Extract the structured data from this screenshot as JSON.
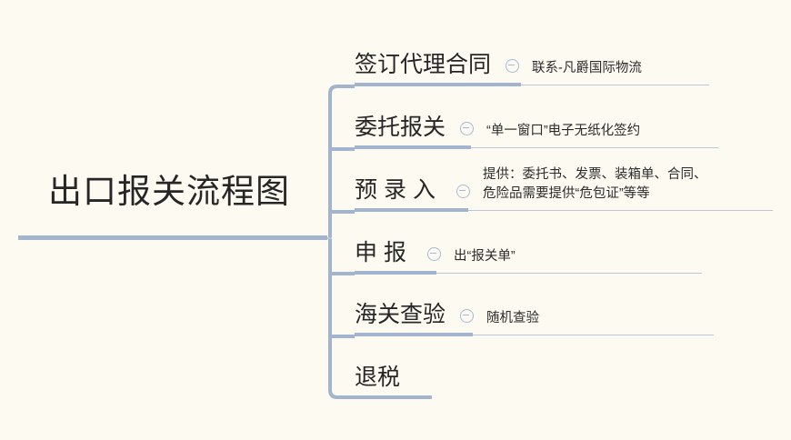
{
  "diagram": {
    "type": "mindmap",
    "background_color": "#fdfaf2",
    "line_color": "#a3b5ce",
    "text_color": "#262626",
    "root": {
      "label": "出口报关流程图"
    },
    "branches": [
      {
        "label": "签订代理合同",
        "spaced": false,
        "has_collapse_icon": true,
        "collapse_icon": "collapse-minus-icon",
        "children": [
          "联系-凡爵国际物流"
        ]
      },
      {
        "label": "委托报关",
        "spaced": false,
        "has_collapse_icon": true,
        "collapse_icon": "collapse-minus-icon",
        "children": [
          "“单一窗口”电子无纸化签约"
        ]
      },
      {
        "label": "预录入",
        "spaced": true,
        "has_collapse_icon": true,
        "collapse_icon": "collapse-minus-icon",
        "children": [
          "提供：委托书、发票、装箱单、合同、",
          "危险品需要提供“危包证”等等"
        ]
      },
      {
        "label": "申报",
        "spaced": true,
        "has_collapse_icon": true,
        "collapse_icon": "collapse-minus-icon",
        "children": [
          "出“报关单”"
        ]
      },
      {
        "label": "海关查验",
        "spaced": false,
        "has_collapse_icon": true,
        "collapse_icon": "collapse-minus-icon",
        "children": [
          "随机查验"
        ]
      },
      {
        "label": "退税",
        "spaced": false,
        "has_collapse_icon": false,
        "collapse_icon": "",
        "children": []
      }
    ]
  }
}
